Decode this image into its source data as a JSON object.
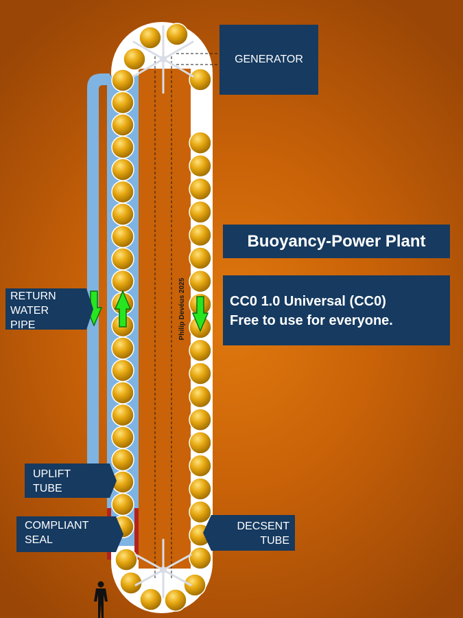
{
  "diagram": {
    "title": "Buoyancy-Power Plant",
    "license": {
      "line1": "CC0 1.0 Universal (CC0)",
      "line2": "Free to use for everyone."
    },
    "generator_label": "GENERATOR",
    "labels": {
      "return_water_pipe": [
        "RETURN",
        "WATER",
        "PIPE"
      ],
      "uplift_tube": [
        "UPLIFT",
        "TUBE"
      ],
      "compliant_seal": [
        "COMPLIANT",
        "SEAL"
      ],
      "descent_tube": [
        "DECSENT",
        "TUBE"
      ]
    },
    "credit": "Philip Devéus 2025",
    "colors": {
      "background": "#c96208",
      "label_box": "#163a60",
      "water": "#7fb4e2",
      "ball": "#e7a812",
      "arrow": "#27e61f",
      "seal": "#b4231b"
    },
    "icons": [
      "arrow-down-icon",
      "arrow-up-icon",
      "sprocket-icon",
      "person-silhouette-icon"
    ]
  }
}
